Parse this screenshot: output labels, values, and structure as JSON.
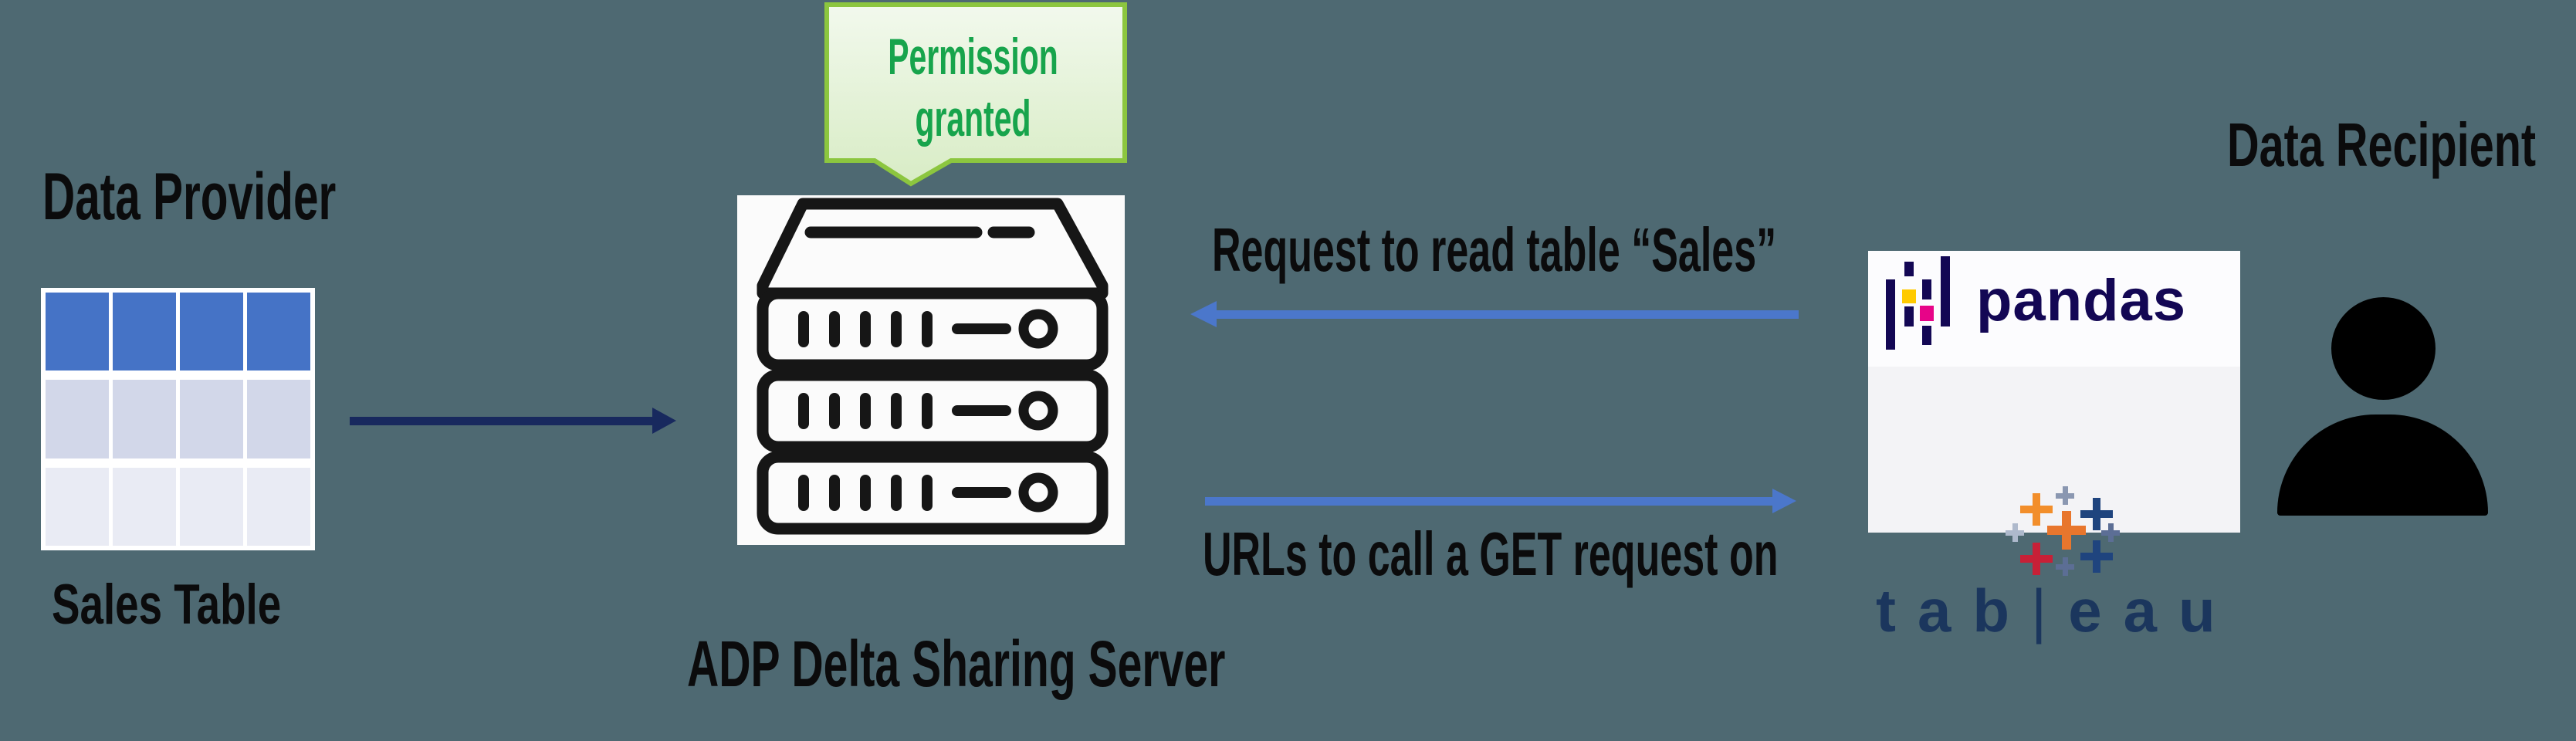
{
  "colors": {
    "background": "#4E6972",
    "text-dark": "#0B0B0C",
    "accent-blue": "#4B77CB",
    "navy-arrow": "#18295E",
    "table-header": "#4573C6",
    "table-row2": "#D2D7E9",
    "table-row3": "#E9EBF4",
    "bubble-border": "#8CC63F",
    "bubble-fill-top": "#F2F9ED",
    "bubble-fill-bottom": "#D8ECC5",
    "bubble-text": "#17A44C",
    "pandas-navy": "#130754",
    "pandas-yellow": "#FFCA00",
    "pandas-pink": "#E70488",
    "tableau-navy": "#1B365D",
    "silhouette": "#000000",
    "server-stroke": "#161616"
  },
  "provider": {
    "title": "Data Provider",
    "table_caption": "Sales Table",
    "table_graphic": {
      "columns": 4,
      "rows": 3
    }
  },
  "permission_bubble": {
    "line1": "Permission",
    "line2": "granted"
  },
  "server": {
    "caption": "ADP Delta Sharing Server"
  },
  "flows": {
    "request_label": "Request to read table “Sales”",
    "urls_label": "URLs to call a GET request on"
  },
  "recipient": {
    "title": "Data Recipient",
    "pandas_wordmark": "pandas",
    "tableau_wordmark": {
      "tab": "tab",
      "bar": "|",
      "eau": "eau"
    }
  }
}
